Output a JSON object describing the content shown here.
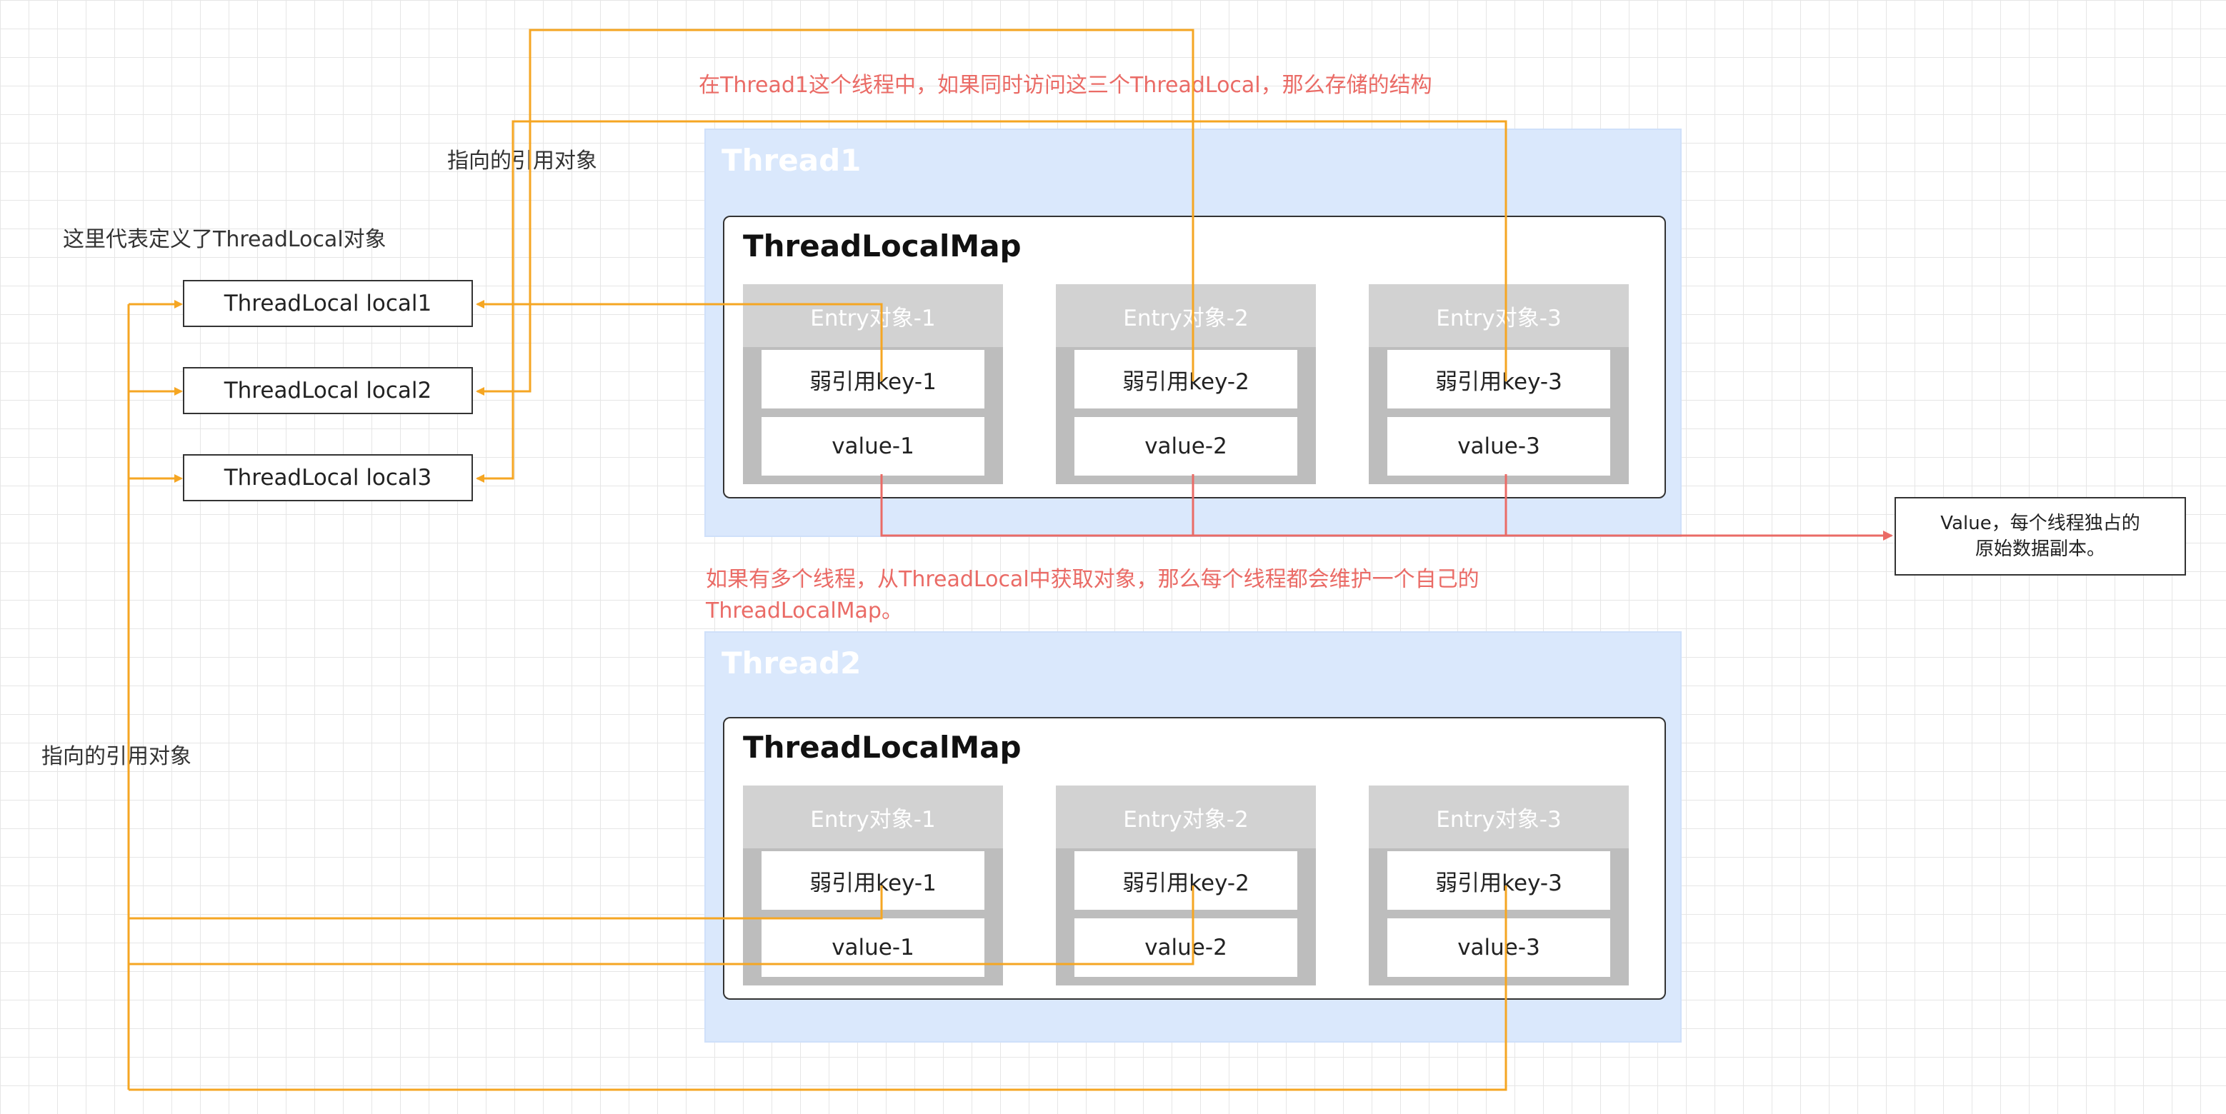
{
  "colors": {
    "orange": "#f5a623",
    "red": "#ea6b66",
    "thread_bg": "#dae8fc",
    "entry_gray": "#bdbdbd"
  },
  "notes": {
    "ref_top": "指向的引用对象",
    "ref_left": "指向的引用对象",
    "define_tl": "这里代表定义了ThreadLocal对象",
    "title_red": "在Thread1这个线程中，如果同时访问这三个ThreadLocal，那么存储的结构",
    "multi_thread_line1": "如果有多个线程，从ThreadLocal中获取对象，那么每个线程都会维护一个自己的",
    "multi_thread_line2": "ThreadLocalMap。"
  },
  "threadlocals": [
    "ThreadLocal local1",
    "ThreadLocal local2",
    "ThreadLocal local3"
  ],
  "threads": [
    {
      "name": "Thread1",
      "map_title": "ThreadLocalMap",
      "entries": [
        {
          "title": "Entry对象-1",
          "key": "弱引用key-1",
          "value": "value-1"
        },
        {
          "title": "Entry对象-2",
          "key": "弱引用key-2",
          "value": "value-2"
        },
        {
          "title": "Entry对象-3",
          "key": "弱引用key-3",
          "value": "value-3"
        }
      ]
    },
    {
      "name": "Thread2",
      "map_title": "ThreadLocalMap",
      "entries": [
        {
          "title": "Entry对象-1",
          "key": "弱引用key-1",
          "value": "value-1"
        },
        {
          "title": "Entry对象-2",
          "key": "弱引用key-2",
          "value": "value-2"
        },
        {
          "title": "Entry对象-3",
          "key": "弱引用key-3",
          "value": "value-3"
        }
      ]
    }
  ],
  "value_note": {
    "line1": "Value，每个线程独占的",
    "line2": "原始数据副本。"
  }
}
